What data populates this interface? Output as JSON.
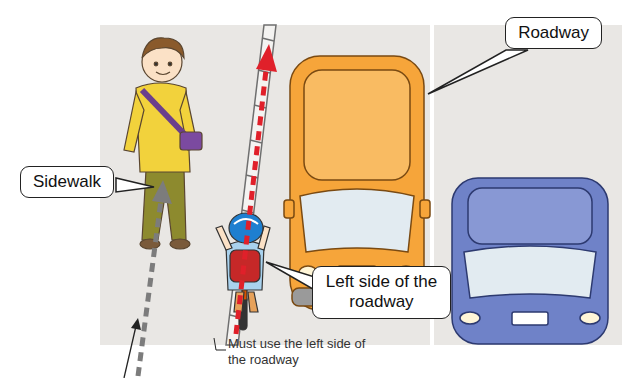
{
  "diagram": {
    "nodes": [
      {
        "text": [
          "Roadway"
        ]
      },
      {
        "text": [
          "Sidewalk"
        ]
      },
      {
        "text": [
          "Left side of the roadway"
        ]
      }
    ],
    "labels": [
      "Must use the left side of the roadway"
    ]
  }
}
